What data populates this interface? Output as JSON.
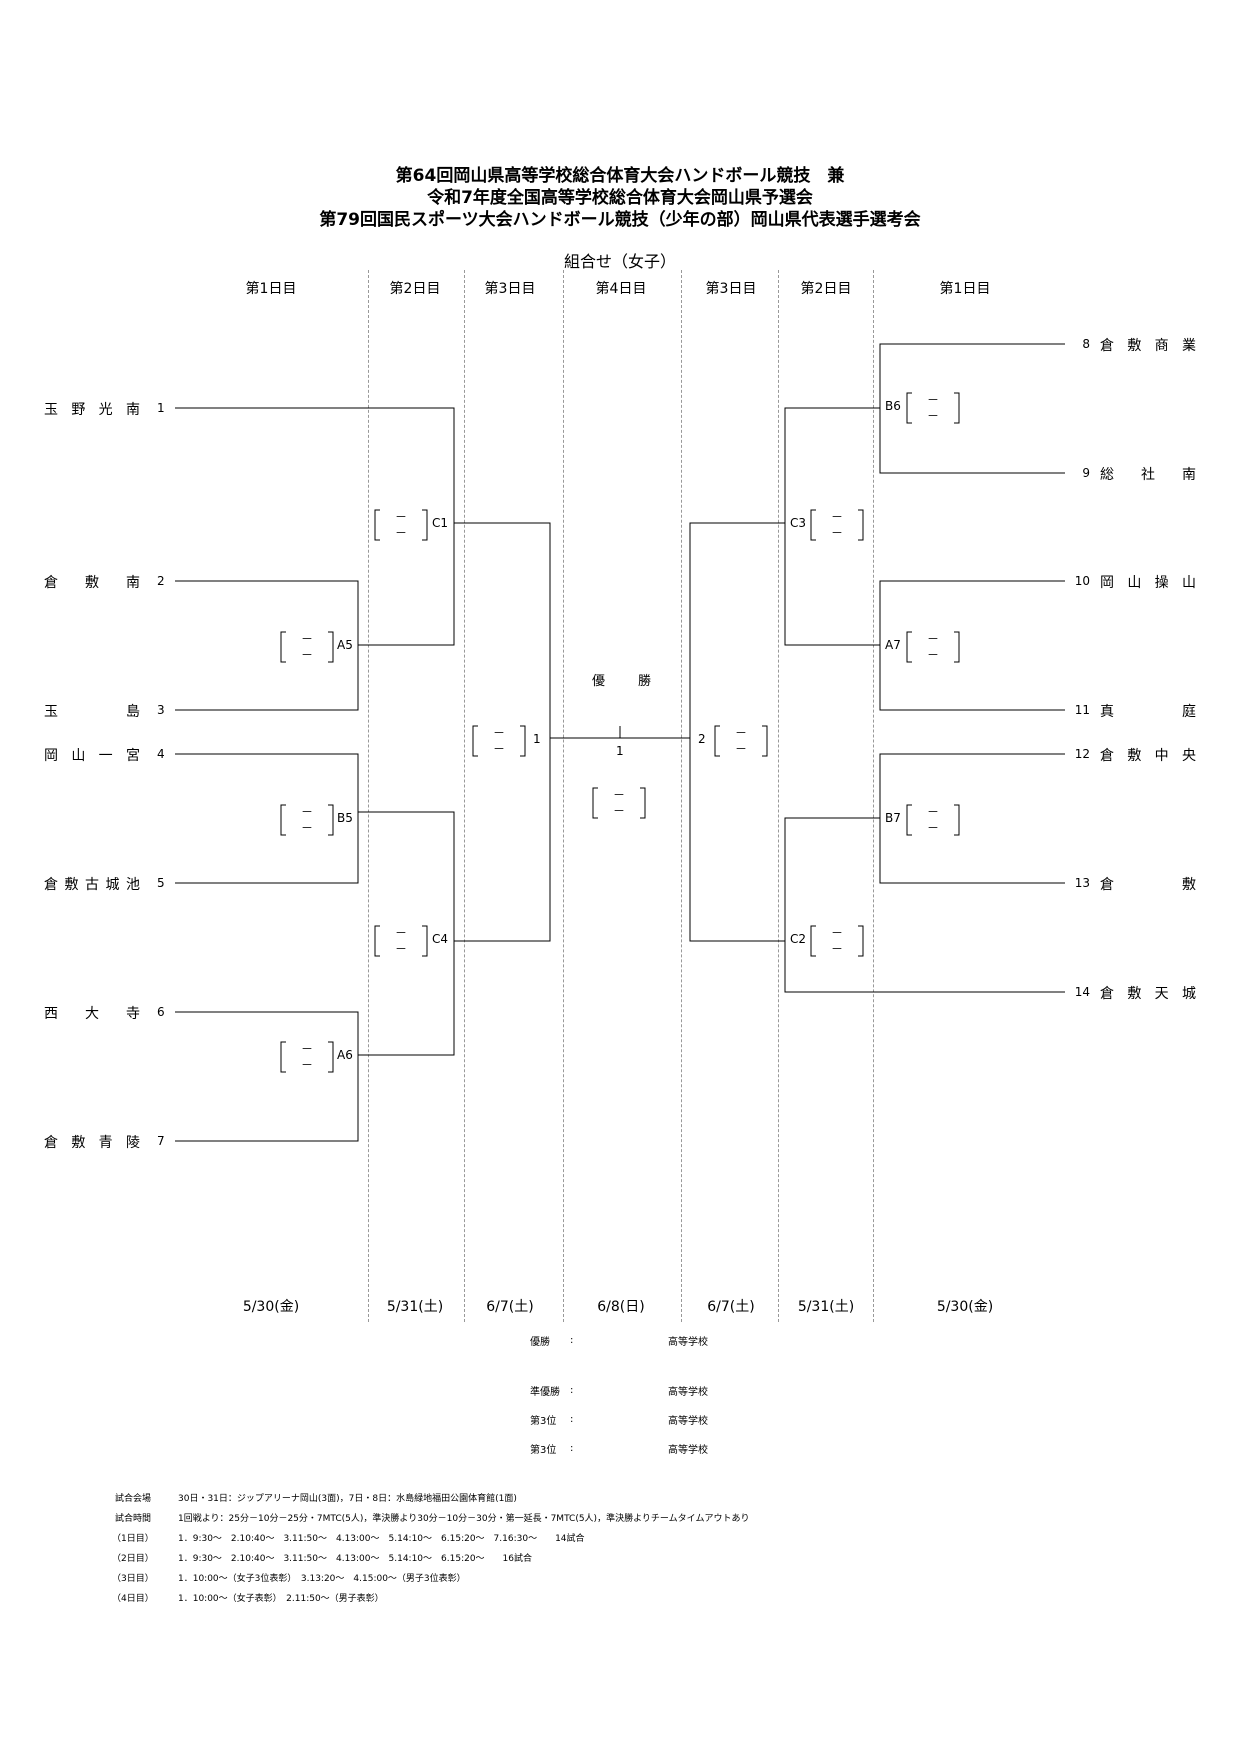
{
  "title_lines": [
    "第64回岡山県高等学校総合体育大会ハンドボール競技　兼",
    "令和7年度全国高等学校総合体育大会岡山県予選会",
    "第79回国民スポーツ大会ハンドボール競技（少年の部）岡山県代表選手選考会"
  ],
  "subtitle": "組合せ（女子）",
  "columns": [
    {
      "header": "第1日目",
      "date": "5/30(金)"
    },
    {
      "header": "第2日目",
      "date": "5/31(土)"
    },
    {
      "header": "第3日目",
      "date": "6/7(土)"
    },
    {
      "header": "第4日目",
      "date": "6/8(日)"
    },
    {
      "header": "第3日目",
      "date": "6/7(土)"
    },
    {
      "header": "第2日目",
      "date": "5/31(土)"
    },
    {
      "header": "第1日目",
      "date": "5/30(金)"
    }
  ],
  "left_teams": [
    {
      "name": "玉野光南",
      "seed": "1"
    },
    {
      "name": "倉敷南",
      "seed": "2"
    },
    {
      "name": "玉島",
      "seed": "3"
    },
    {
      "name": "岡山一宮",
      "seed": "4"
    },
    {
      "name": "倉敷古城池",
      "seed": "5"
    },
    {
      "name": "西大寺",
      "seed": "6"
    },
    {
      "name": "倉敷青陵",
      "seed": "7"
    }
  ],
  "right_teams": [
    {
      "name": "倉敷商業",
      "seed": "8"
    },
    {
      "name": "総社南",
      "seed": "9"
    },
    {
      "name": "岡山操山",
      "seed": "10"
    },
    {
      "name": "真庭",
      "seed": "11"
    },
    {
      "name": "倉敷中央",
      "seed": "12"
    },
    {
      "name": "倉敷",
      "seed": "13"
    },
    {
      "name": "倉敷天城",
      "seed": "14"
    }
  ],
  "match_labels": {
    "a5": "A5",
    "b5": "B5",
    "a6": "A6",
    "c1": "C1",
    "c4": "C4",
    "b6": "B6",
    "a7": "A7",
    "b7": "B7",
    "c3": "C3",
    "c2": "C2",
    "sf_left": "1",
    "sf_right": "2",
    "final": "1"
  },
  "score_placeholder": "－",
  "champion_label": "優　勝",
  "results": [
    {
      "label": "優勝",
      "colon": ":",
      "suffix": "高等学校"
    },
    {
      "label": "準優勝",
      "colon": ":",
      "suffix": "高等学校"
    },
    {
      "label": "第3位",
      "colon": ":",
      "suffix": "高等学校"
    },
    {
      "label": "第3位",
      "colon": ":",
      "suffix": "高等学校"
    }
  ],
  "footer": [
    {
      "label": "試合会場",
      "text": "30日・31日：ジップアリーナ岡山(3面)，7日・8日：水島緑地福田公園体育館(1面)"
    },
    {
      "label": "試合時間",
      "text": "1回戦より：25分－10分－25分・7MTC(5人)，準決勝より30分－10分－30分・第一延長・7MTC(5人)，準決勝よりチームタイムアウトあり"
    },
    {
      "label": "（1日目）",
      "text": "1．9:30～　2.10:40～　3.11:50～　4.13:00～　5.14:10～　6.15:20～　7.16:30～　　14試合"
    },
    {
      "label": "（2日目）",
      "text": "1．9:30～　2.10:40～　3.11:50～　4.13:00～　5.14:10～　6.15:20～　　16試合"
    },
    {
      "label": "（3日目）",
      "text": "1．10:00～（女子3位表彰）　3.13:20～　4.15:00～（男子3位表彰）"
    },
    {
      "label": "（4日目）",
      "text": "1．10:00～（女子表彰）　2.11:50～（男子表彰）"
    }
  ]
}
